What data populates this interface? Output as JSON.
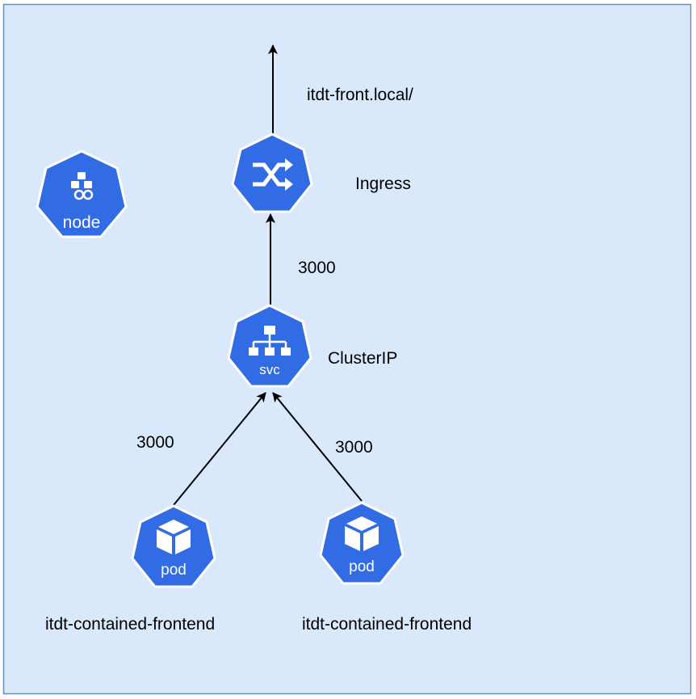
{
  "colors": {
    "background": "#dae8fc",
    "border": "#6c8ebf",
    "k8s_blue": "#326ce5",
    "edge": "#000000"
  },
  "diagram": {
    "node_icon": {
      "label": "node",
      "icon": "k8s-node-icon"
    },
    "ingress": {
      "label": "Ingress",
      "icon": "k8s-ingress-icon",
      "url": "itdt-front.local/"
    },
    "service": {
      "label": "ClusterIP",
      "icon": "k8s-svc-icon",
      "badge": "svc"
    },
    "pods": [
      {
        "badge": "pod",
        "name": "itdt-contained-frontend",
        "icon": "k8s-pod-icon"
      },
      {
        "badge": "pod",
        "name": "itdt-contained-frontend",
        "icon": "k8s-pod-icon"
      }
    ],
    "edges": [
      {
        "from": "pod-1",
        "to": "svc",
        "port": "3000"
      },
      {
        "from": "pod-2",
        "to": "svc",
        "port": "3000"
      },
      {
        "from": "svc",
        "to": "ingress",
        "port": "3000"
      },
      {
        "from": "ingress",
        "to": "external",
        "port": ""
      }
    ]
  }
}
